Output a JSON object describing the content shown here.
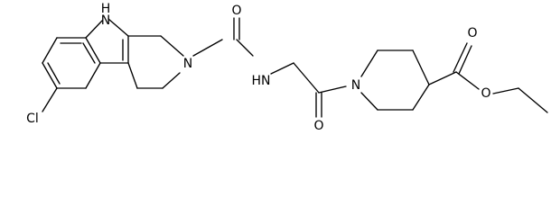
{
  "molecule": {
    "atoms": {
      "nh_indole": "H",
      "n_indole": "N",
      "n_ring": "N",
      "o_carbamoyl": "O",
      "nh_amide": "HN",
      "o_acyl": "O",
      "n_piperidine": "N",
      "o_carbonyl_ester": "O",
      "o_ether_ester": "O",
      "cl": "Cl"
    }
  }
}
